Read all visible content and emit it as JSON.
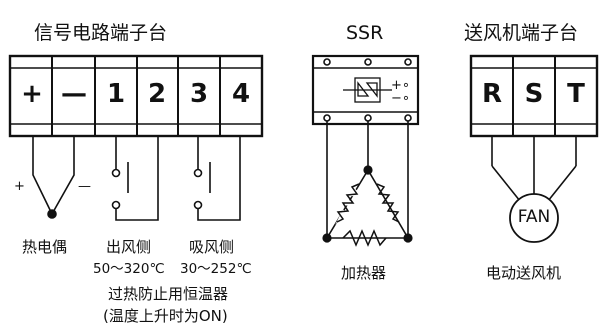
{
  "titles": {
    "signal_block": "信号电路端子台",
    "ssr": "SSR",
    "fan_block": "送风机端子台"
  },
  "signal_terminals": [
    "+",
    "—",
    "1",
    "2",
    "3",
    "4"
  ],
  "fan_terminals": [
    "R",
    "S",
    "T"
  ],
  "ssr_pins": {
    "plus": "+∘",
    "minus": "−∘"
  },
  "thermocouple": {
    "label": "热电偶",
    "plus": "+",
    "minus": "—"
  },
  "switch_outlet": {
    "label": "出风侧",
    "range": "50～320℃"
  },
  "switch_inlet": {
    "label": "吸风侧",
    "range": "30～252℃"
  },
  "protect_note": {
    "line1": "过热防止用恒温器",
    "line2": "(温度上升时为ON)"
  },
  "heater": {
    "label": "加热器"
  },
  "fan": {
    "text": "FAN",
    "label": "电动送风机"
  }
}
